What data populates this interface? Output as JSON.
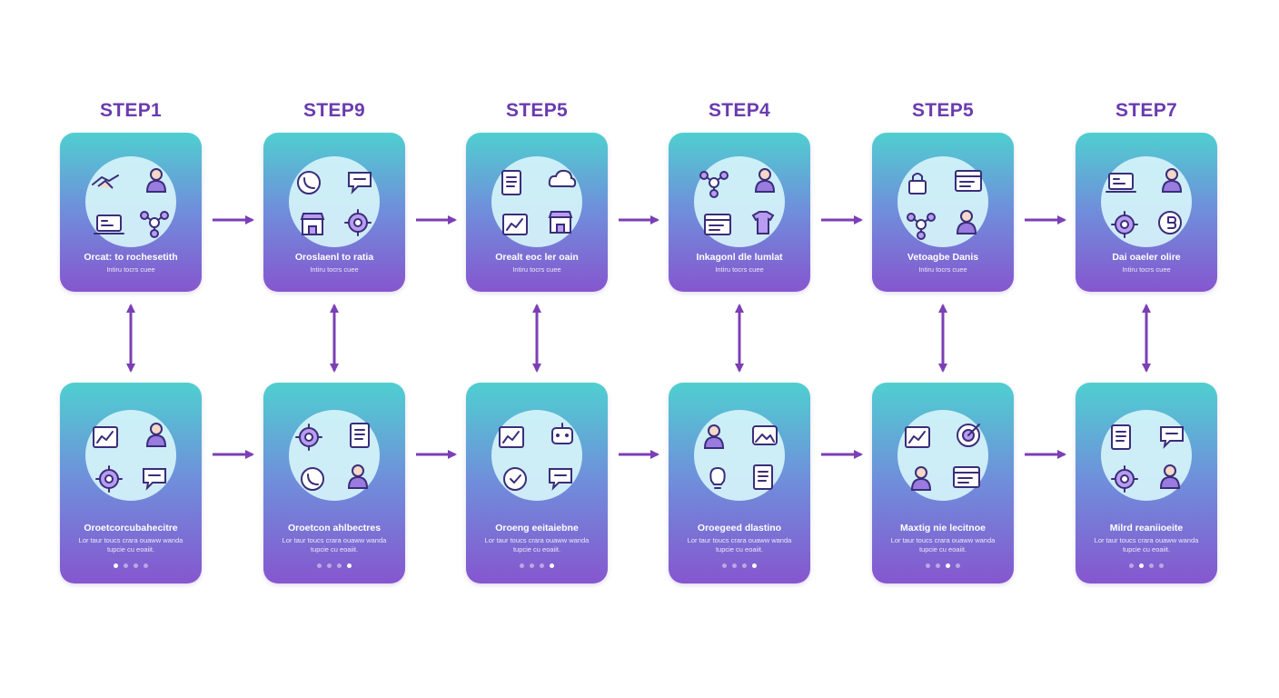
{
  "colors": {
    "step_label": "#6a3bb0",
    "arrow": "#7b3fb5",
    "card_top": "#4fcfd0",
    "card_bottom": "#8656cf",
    "icon_line": "#3b2d7a",
    "icon_fill_light": "#d6f4fa"
  },
  "steps": [
    {
      "label": "STEP1",
      "top": {
        "title": "Orcat: to rochesetith",
        "subtitle": "Intiru tocrs cuee",
        "icons": [
          "handshake-icon",
          "person-icon",
          "laptop-icon",
          "network-icon"
        ]
      },
      "bottom": {
        "title": "Oroetcorcubahecitre",
        "subtitle": "Lor taur toucs crara ouaww wanda tupcie cu eoaiit.",
        "dots": 4,
        "active_dot": 0,
        "icons": [
          "chart-icon",
          "person-icon",
          "gear-icon",
          "chat-icon"
        ]
      }
    },
    {
      "label": "STEP9",
      "top": {
        "title": "Oroslaenl to ratia",
        "subtitle": "Intiru tocrs cuee",
        "icons": [
          "phone-icon",
          "chat-icon",
          "shop-icon",
          "gear-icon"
        ]
      },
      "bottom": {
        "title": "Oroetcon ahlbectres",
        "subtitle": "Lor taur toucs crara ouaww wanda tupcie cu eoaiit.",
        "dots": 4,
        "active_dot": 3,
        "icons": [
          "gear-icon",
          "document-icon",
          "phone-icon",
          "person-icon"
        ]
      }
    },
    {
      "label": "STEP5",
      "top": {
        "title": "Orealt eoc ler oain",
        "subtitle": "Intiru tocrs cuee",
        "icons": [
          "document-icon",
          "cloud-icon",
          "chart-icon",
          "shop-icon"
        ]
      },
      "bottom": {
        "title": "Oroeng eeitaiebne",
        "subtitle": "Lor taur toucs crara ouaww wanda tupcie cu eoaiit.",
        "dots": 4,
        "active_dot": 3,
        "icons": [
          "chart-icon",
          "robot-icon",
          "check-icon",
          "chat-icon"
        ]
      }
    },
    {
      "label": "STEP4",
      "top": {
        "title": "Inkagonl dle lumlat",
        "subtitle": "Intiru tocrs cuee",
        "icons": [
          "network-icon",
          "person-icon",
          "browser-icon",
          "shirt-icon"
        ]
      },
      "bottom": {
        "title": "Oroegeed dlastino",
        "subtitle": "Lor taur toucs crara ouaww wanda tupcie cu eoaiit.",
        "dots": 4,
        "active_dot": 3,
        "icons": [
          "person-icon",
          "image-icon",
          "lightbulb-icon",
          "document-icon"
        ]
      }
    },
    {
      "label": "STEP5",
      "top": {
        "title": "Vetoagbe Danis",
        "subtitle": "Intiru tocrs cuee",
        "icons": [
          "lock-icon",
          "browser-icon",
          "network-icon",
          "person-icon"
        ]
      },
      "bottom": {
        "title": "Maxtig nie lecitnoe",
        "subtitle": "Lor taur toucs crara ouaww wanda tupcie cu eoaiit.",
        "dots": 4,
        "active_dot": 2,
        "icons": [
          "chart-icon",
          "target-icon",
          "person-icon",
          "browser-icon"
        ]
      }
    },
    {
      "label": "STEP7",
      "top": {
        "title": "Dai oaeler olire",
        "subtitle": "Intiru tocrs cuee",
        "icons": [
          "laptop-icon",
          "person-icon",
          "gear-icon",
          "coin-icon"
        ]
      },
      "bottom": {
        "title": "Milrd reaniioeite",
        "subtitle": "Lor taur toucs crara ouaww wanda tupcie cu eoaiit.",
        "dots": 4,
        "active_dot": 1,
        "icons": [
          "document-icon",
          "chat-icon",
          "gear-icon",
          "person-icon"
        ]
      }
    }
  ]
}
